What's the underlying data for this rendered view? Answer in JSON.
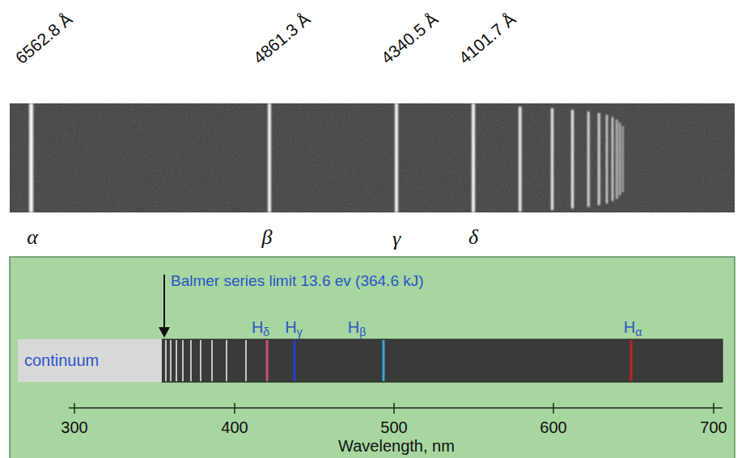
{
  "diagram": {
    "nodes": [
      {
        "text": [
          "continuum"
        ]
      }
    ],
    "labels": [
      "6562.8 Å",
      "4861.3 Å",
      "4340.5 Å",
      "4101.7 Å",
      "α",
      "β",
      "γ",
      "δ",
      "Balmer series limit 13.6 ev (364.6 kJ)",
      "Hδ",
      "Hγ",
      "Hβ",
      "Hα",
      "300",
      "400",
      "500",
      "600",
      "700",
      "Wavelength, nm"
    ]
  }
}
